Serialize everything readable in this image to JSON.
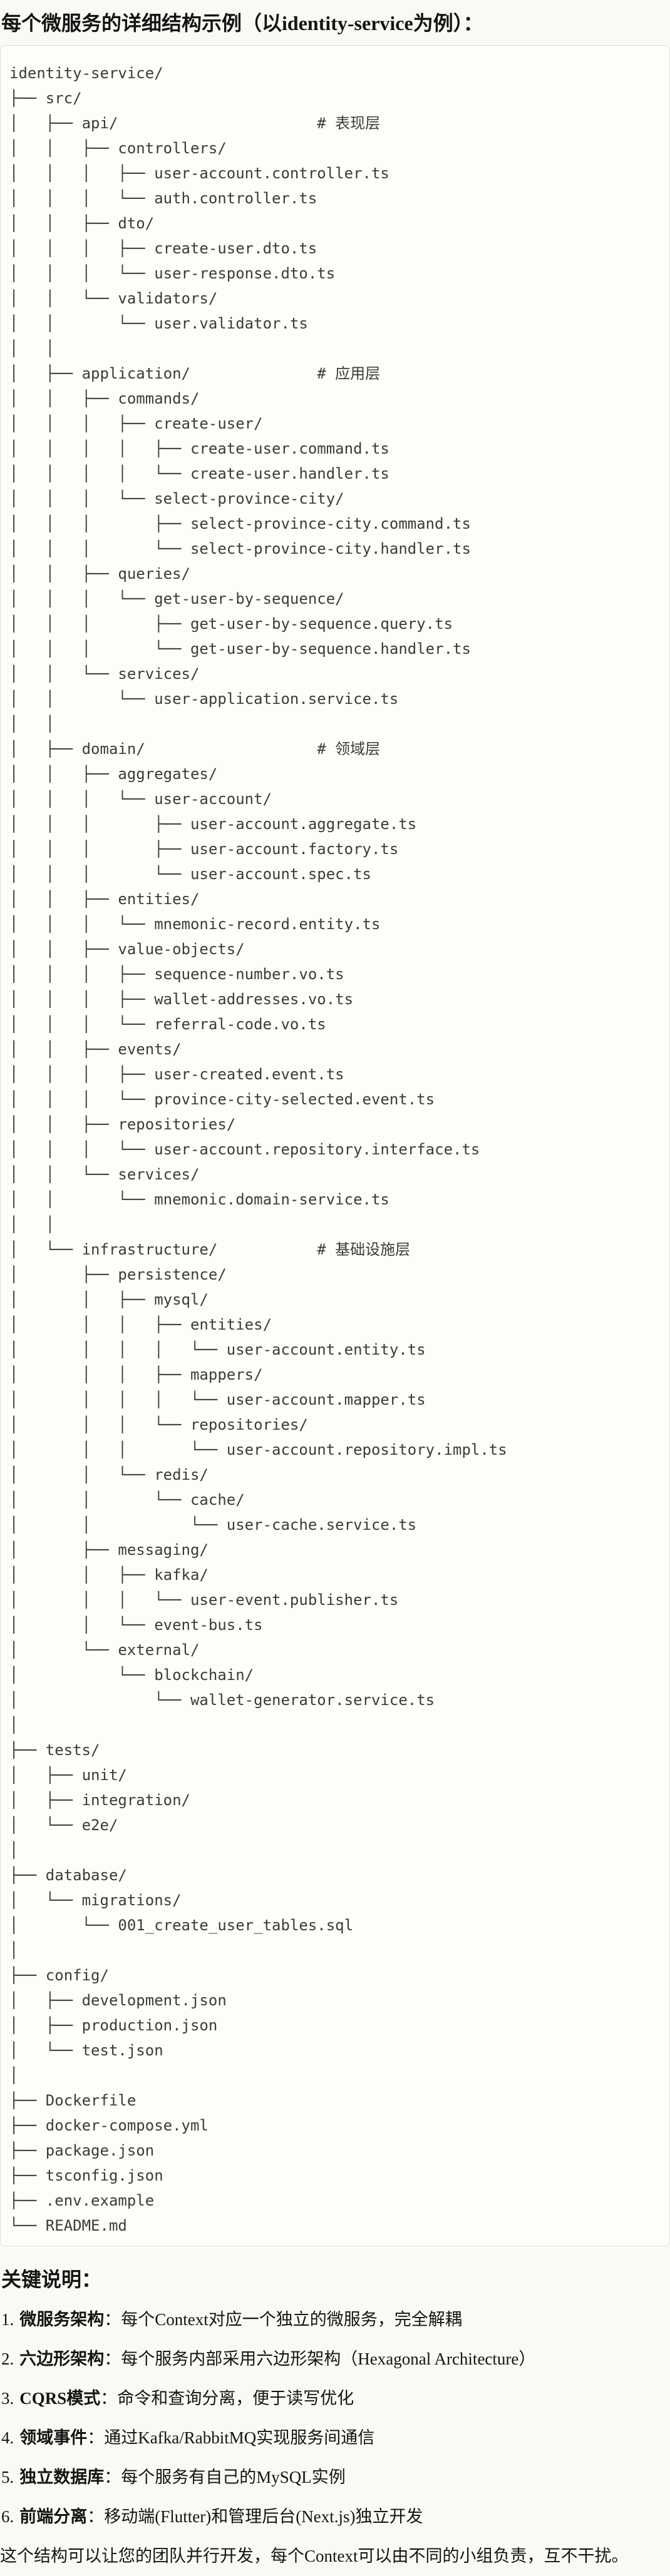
{
  "page": {
    "title": "每个微服务的详细结构示例（以identity-service为例）：",
    "colors": {
      "page_bg": "#faf9f5",
      "code_bg": "#fdfdfa",
      "code_border": "#dfddd3",
      "code_text": "#3b3b38",
      "body_text": "#141413"
    }
  },
  "tree": {
    "lines": [
      "identity-service/",
      "├── src/",
      "│   ├── api/                      # 表现层",
      "│   │   ├── controllers/",
      "│   │   │   ├── user-account.controller.ts",
      "│   │   │   └── auth.controller.ts",
      "│   │   ├── dto/",
      "│   │   │   ├── create-user.dto.ts",
      "│   │   │   └── user-response.dto.ts",
      "│   │   └── validators/",
      "│   │       └── user.validator.ts",
      "│   │",
      "│   ├── application/              # 应用层",
      "│   │   ├── commands/",
      "│   │   │   ├── create-user/",
      "│   │   │   │   ├── create-user.command.ts",
      "│   │   │   │   └── create-user.handler.ts",
      "│   │   │   └── select-province-city/",
      "│   │   │       ├── select-province-city.command.ts",
      "│   │   │       └── select-province-city.handler.ts",
      "│   │   ├── queries/",
      "│   │   │   └── get-user-by-sequence/",
      "│   │   │       ├── get-user-by-sequence.query.ts",
      "│   │   │       └── get-user-by-sequence.handler.ts",
      "│   │   └── services/",
      "│   │       └── user-application.service.ts",
      "│   │",
      "│   ├── domain/                   # 领域层",
      "│   │   ├── aggregates/",
      "│   │   │   └── user-account/",
      "│   │   │       ├── user-account.aggregate.ts",
      "│   │   │       ├── user-account.factory.ts",
      "│   │   │       └── user-account.spec.ts",
      "│   │   ├── entities/",
      "│   │   │   └── mnemonic-record.entity.ts",
      "│   │   ├── value-objects/",
      "│   │   │   ├── sequence-number.vo.ts",
      "│   │   │   ├── wallet-addresses.vo.ts",
      "│   │   │   └── referral-code.vo.ts",
      "│   │   ├── events/",
      "│   │   │   ├── user-created.event.ts",
      "│   │   │   └── province-city-selected.event.ts",
      "│   │   ├── repositories/",
      "│   │   │   └── user-account.repository.interface.ts",
      "│   │   └── services/",
      "│   │       └── mnemonic.domain-service.ts",
      "│   │",
      "│   └── infrastructure/           # 基础设施层",
      "│       ├── persistence/",
      "│       │   ├── mysql/",
      "│       │   │   ├── entities/",
      "│       │   │   │   └── user-account.entity.ts",
      "│       │   │   ├── mappers/",
      "│       │   │   │   └── user-account.mapper.ts",
      "│       │   │   └── repositories/",
      "│       │   │       └── user-account.repository.impl.ts",
      "│       │   └── redis/",
      "│       │       └── cache/",
      "│       │           └── user-cache.service.ts",
      "│       ├── messaging/",
      "│       │   ├── kafka/",
      "│       │   │   └── user-event.publisher.ts",
      "│       │   └── event-bus.ts",
      "│       └── external/",
      "│           └── blockchain/",
      "│               └── wallet-generator.service.ts",
      "│",
      "├── tests/",
      "│   ├── unit/",
      "│   ├── integration/",
      "│   └── e2e/",
      "│",
      "├── database/",
      "│   └── migrations/",
      "│       └── 001_create_user_tables.sql",
      "│",
      "├── config/",
      "│   ├── development.json",
      "│   ├── production.json",
      "│   └── test.json",
      "│",
      "├── Dockerfile",
      "├── docker-compose.yml",
      "├── package.json",
      "├── tsconfig.json",
      "├── .env.example",
      "└── README.md"
    ]
  },
  "notes": {
    "heading": "关键说明：",
    "items": [
      {
        "num": "1.",
        "term": "微服务架构",
        "text": "：每个Context对应一个独立的微服务，完全解耦"
      },
      {
        "num": "2.",
        "term": "六边形架构",
        "text": "：每个服务内部采用六边形架构（Hexagonal Architecture）"
      },
      {
        "num": "3.",
        "term": "CQRS模式",
        "text": "：命令和查询分离，便于读写优化"
      },
      {
        "num": "4.",
        "term": "领域事件",
        "text": "：通过Kafka/RabbitMQ实现服务间通信"
      },
      {
        "num": "5.",
        "term": "独立数据库",
        "text": "：每个服务有自己的MySQL实例"
      },
      {
        "num": "6.",
        "term": "前端分离",
        "text": "：移动端(Flutter)和管理后台(Next.js)独立开发"
      }
    ],
    "footer": "这个结构可以让您的团队并行开发，每个Context可以由不同的小组负责，互不干扰。"
  }
}
